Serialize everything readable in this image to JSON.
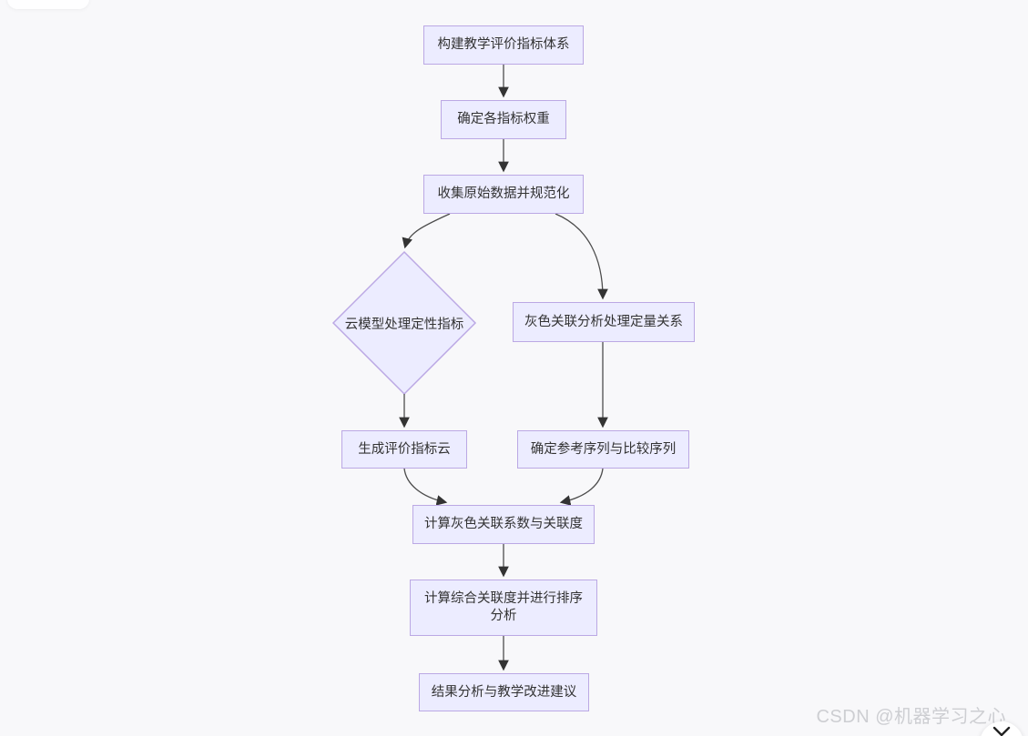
{
  "page": {
    "background_color": "#f8f8fa",
    "watermark": "CSDN @机器学习之心",
    "watermark_color": "#cdced2"
  },
  "flowchart": {
    "colors": {
      "node_fill": "#ececff",
      "node_border": "#bba8e4",
      "node_text": "#333333",
      "edge": "#4d4d4d"
    },
    "nodes": [
      {
        "id": "build-index-system",
        "shape": "rect",
        "label": "构建教学评价指标体系"
      },
      {
        "id": "determine-weights",
        "shape": "rect",
        "label": "确定各指标权重"
      },
      {
        "id": "collect-normalize",
        "shape": "rect",
        "label": "收集原始数据并规范化"
      },
      {
        "id": "cloud-model",
        "shape": "diamond",
        "label": "云模型处理定性指标"
      },
      {
        "id": "grey-relational",
        "shape": "rect",
        "label": "灰色关联分析处理定量关系"
      },
      {
        "id": "generate-cloud",
        "shape": "rect",
        "label": "生成评价指标云"
      },
      {
        "id": "reference-sequence",
        "shape": "rect",
        "label": "确定参考序列与比较序列"
      },
      {
        "id": "grey-coefficient",
        "shape": "rect",
        "label": "计算灰色关联系数与关联度"
      },
      {
        "id": "comprehensive-ranking",
        "shape": "rect",
        "label": "计算综合关联度并进行排序分析"
      },
      {
        "id": "result-analysis",
        "shape": "rect",
        "label": "结果分析与教学改进建议"
      }
    ],
    "edges": [
      {
        "from": "build-index-system",
        "to": "determine-weights"
      },
      {
        "from": "determine-weights",
        "to": "collect-normalize"
      },
      {
        "from": "collect-normalize",
        "to": "cloud-model"
      },
      {
        "from": "collect-normalize",
        "to": "grey-relational"
      },
      {
        "from": "cloud-model",
        "to": "generate-cloud"
      },
      {
        "from": "grey-relational",
        "to": "reference-sequence"
      },
      {
        "from": "generate-cloud",
        "to": "grey-coefficient"
      },
      {
        "from": "reference-sequence",
        "to": "grey-coefficient"
      },
      {
        "from": "grey-coefficient",
        "to": "comprehensive-ranking"
      },
      {
        "from": "comprehensive-ranking",
        "to": "result-analysis"
      }
    ]
  }
}
